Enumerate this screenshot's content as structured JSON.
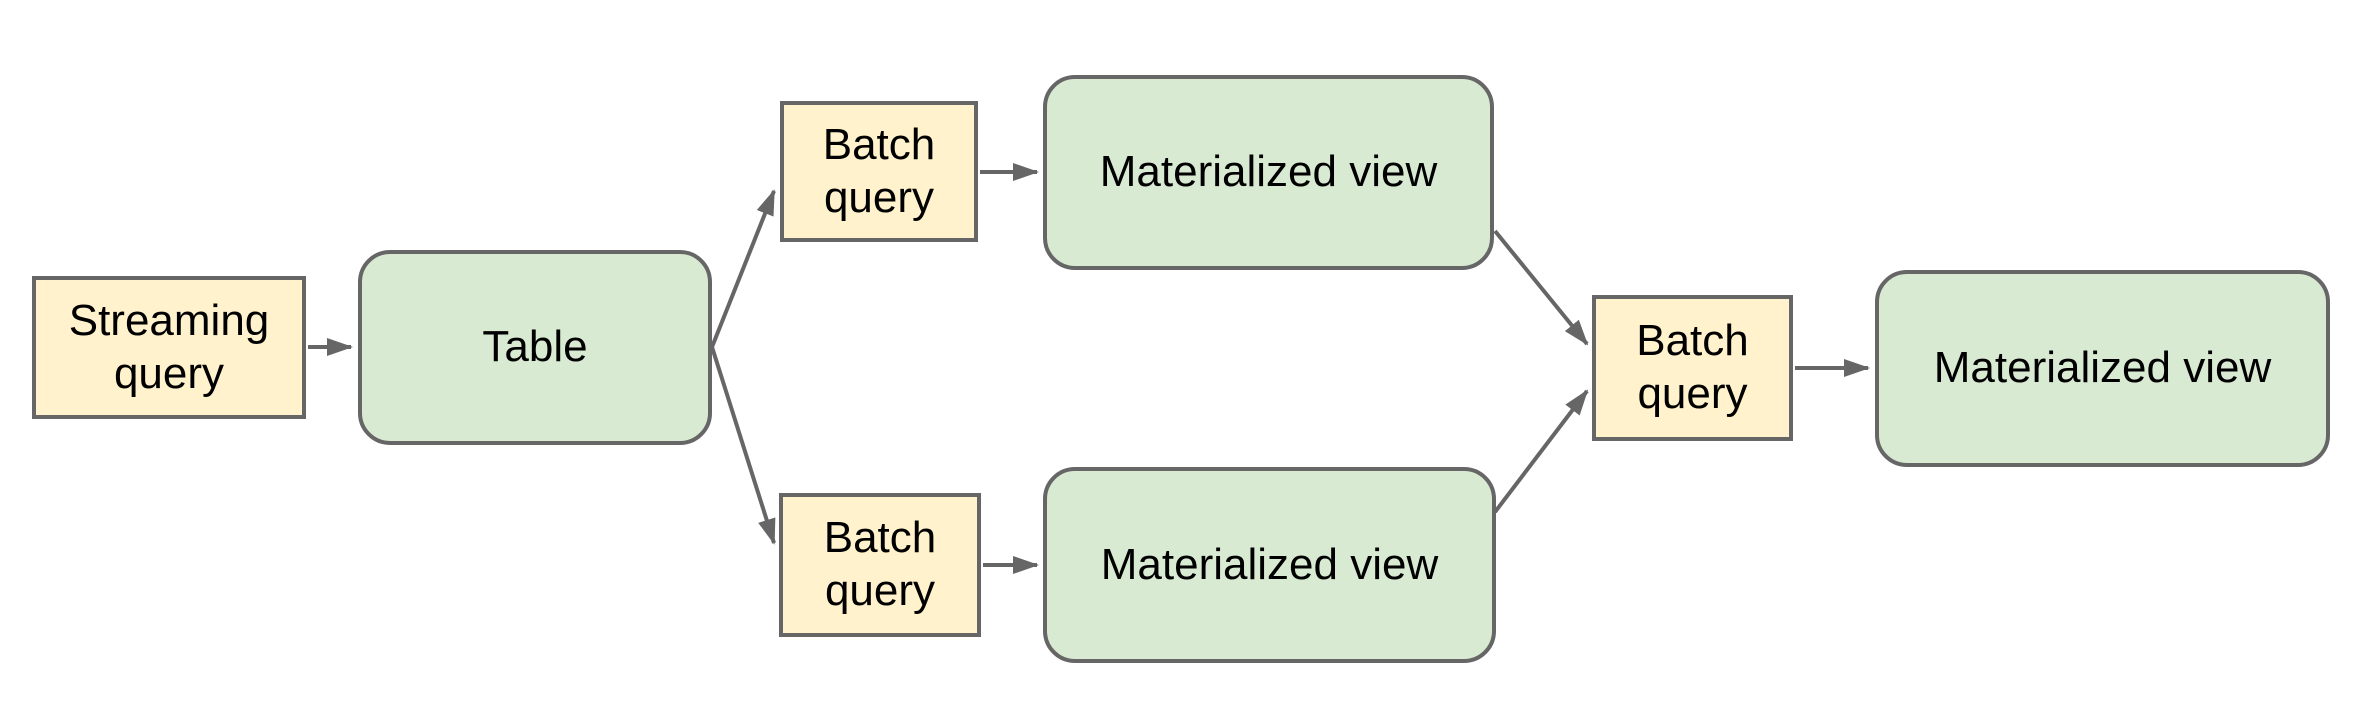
{
  "diagram": {
    "type": "flowchart",
    "background": "#FFFFFF",
    "nodes": [
      {
        "id": "streaming-query",
        "label": "Streaming query",
        "kind": "query"
      },
      {
        "id": "table",
        "label": "Table",
        "kind": "table"
      },
      {
        "id": "batch-query-top",
        "label": "Batch query",
        "kind": "query"
      },
      {
        "id": "materialized-view-top",
        "label": "Materialized view",
        "kind": "view"
      },
      {
        "id": "batch-query-bottom",
        "label": "Batch query",
        "kind": "query"
      },
      {
        "id": "materialized-view-bottom",
        "label": "Materialized view",
        "kind": "view"
      },
      {
        "id": "batch-query-center",
        "label": "Batch query",
        "kind": "query"
      },
      {
        "id": "materialized-view-final",
        "label": "Materialized view",
        "kind": "view"
      }
    ],
    "edges": [
      {
        "from": "streaming-query",
        "to": "table"
      },
      {
        "from": "table",
        "to": "batch-query-top"
      },
      {
        "from": "batch-query-top",
        "to": "materialized-view-top"
      },
      {
        "from": "table",
        "to": "batch-query-bottom"
      },
      {
        "from": "batch-query-bottom",
        "to": "materialized-view-bottom"
      },
      {
        "from": "materialized-view-top",
        "to": "batch-query-center"
      },
      {
        "from": "materialized-view-bottom",
        "to": "batch-query-center"
      },
      {
        "from": "batch-query-center",
        "to": "materialized-view-final"
      }
    ],
    "colors": {
      "query_fill": "#FFF2CC",
      "view_fill": "#D9EAD3",
      "outline": "#666666",
      "arrow": "#666666",
      "text": "#000000",
      "background": "#FFFFFF"
    }
  }
}
